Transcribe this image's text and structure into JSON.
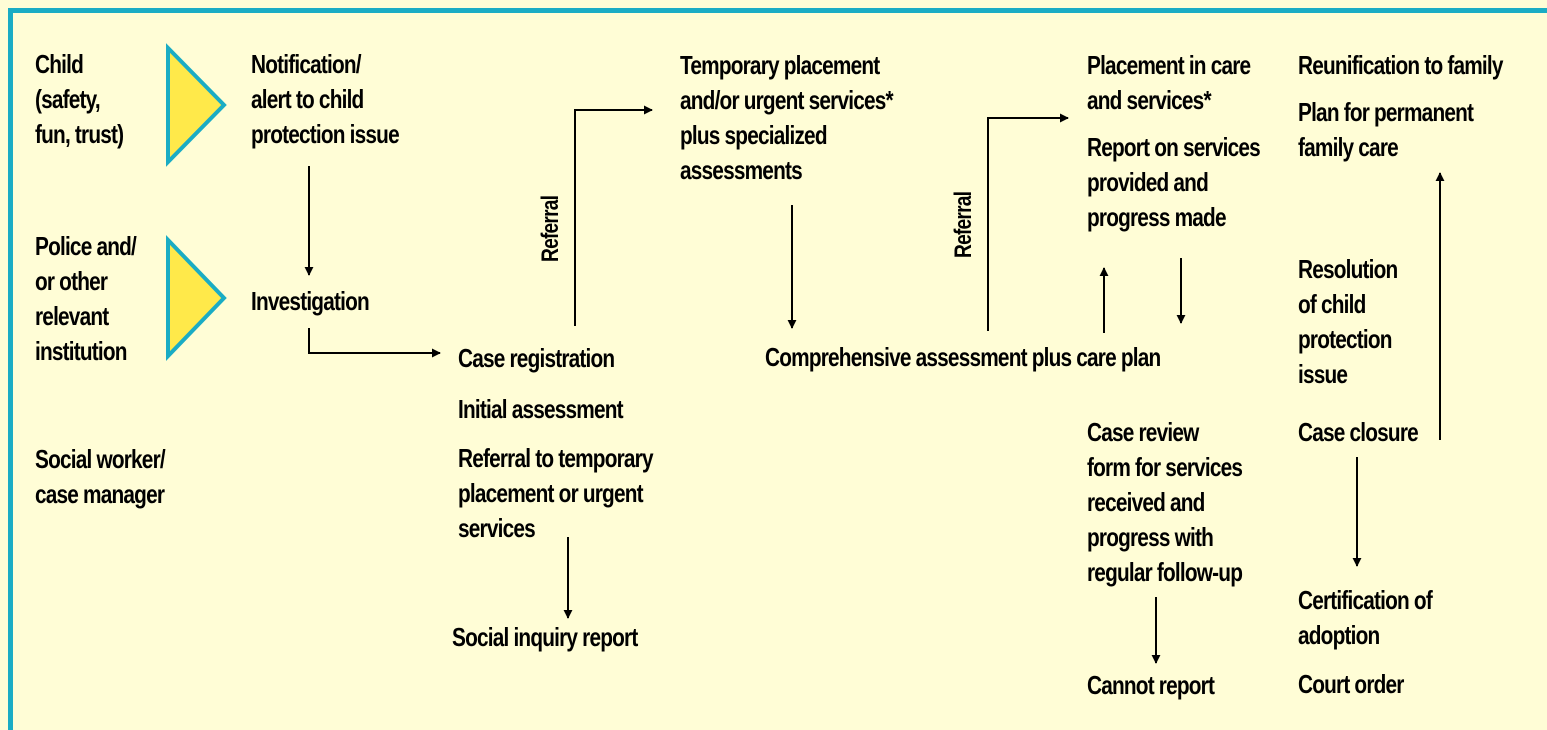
{
  "colors": {
    "background": "#FFFDD6",
    "border": "#1AACC4",
    "triangle_fill": "#FFE94A",
    "triangle_stroke": "#1AACC4"
  },
  "actors": {
    "child": [
      "Child",
      "(safety,",
      "fun, trust)"
    ],
    "police": [
      "Police and/",
      "or other",
      "relevant",
      "institution"
    ],
    "social_worker": [
      "Social worker/",
      "case manager"
    ]
  },
  "steps": {
    "notification": [
      "Notification/",
      "alert to child",
      "protection issue"
    ],
    "investigation": "Investigation",
    "case_registration": "Case registration",
    "initial_assessment": "Initial assessment",
    "referral_temporary": [
      "Referral to temporary",
      "placement or urgent",
      "services"
    ],
    "social_inquiry_report": "Social inquiry report",
    "temporary_placement": [
      "Temporary placement",
      "and/or urgent services*",
      "plus specialized",
      "assessments"
    ],
    "referral_label_1": "Referral",
    "comprehensive_assessment": "Comprehensive assessment plus care plan",
    "referral_label_2": "Referral",
    "placement_in_care": [
      "Placement in care",
      "and services*"
    ],
    "report_on_services": [
      "Report on services",
      "provided and",
      "progress made"
    ],
    "case_review": [
      "Case review",
      "form for services",
      "received and",
      "progress with",
      "regular follow-up"
    ],
    "cannot_report": "Cannot report",
    "reunification": "Reunification to family",
    "plan_permanent": [
      "Plan for permanent",
      "family care"
    ],
    "resolution": [
      "Resolution",
      "of child",
      "protection",
      "issue"
    ],
    "case_closure": "Case closure",
    "certification": [
      "Certification of",
      "adoption"
    ],
    "court_order": "Court order"
  }
}
